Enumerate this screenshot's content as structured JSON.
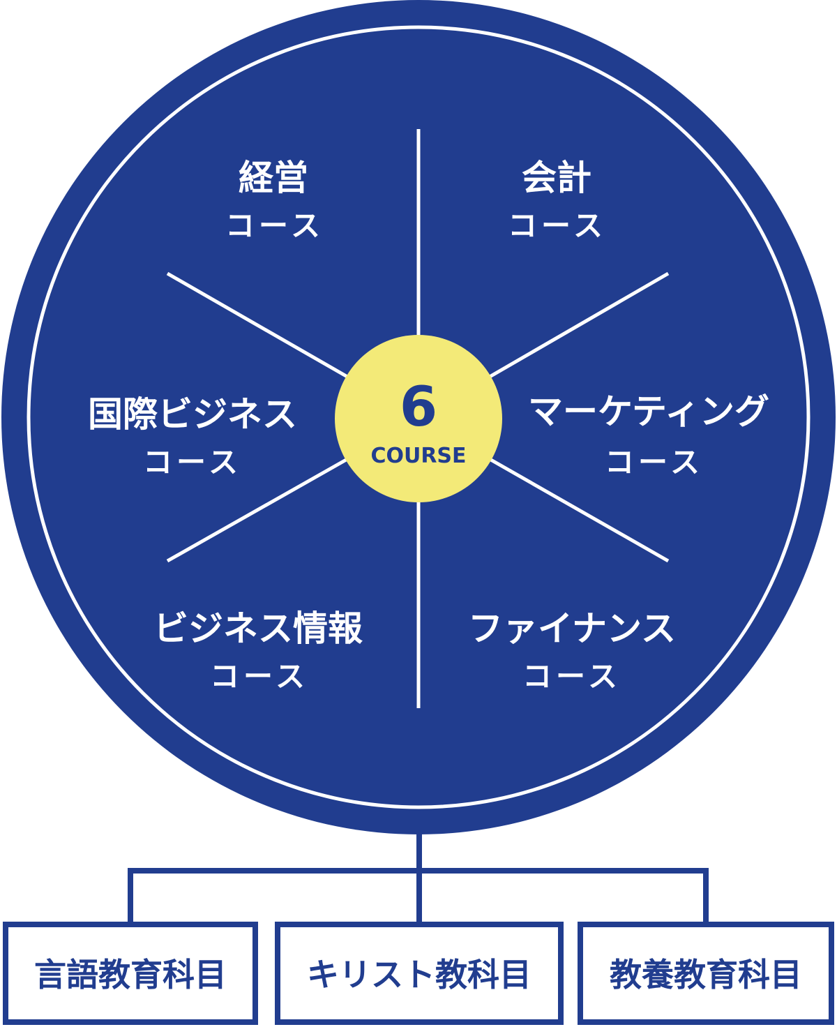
{
  "colors": {
    "navy": "#213d8f",
    "white": "#ffffff",
    "yellow": "#f3ea78"
  },
  "center": {
    "number": "6",
    "word": "COURSE"
  },
  "courses": [
    {
      "name": "経営",
      "sub": "コース"
    },
    {
      "name": "会計",
      "sub": "コース"
    },
    {
      "name": "国際ビジネス",
      "sub": "コース"
    },
    {
      "name": "マーケティング",
      "sub": "コース"
    },
    {
      "name": "ビジネス情報",
      "sub": "コース"
    },
    {
      "name": "ファイナンス",
      "sub": "コース"
    }
  ],
  "subjects": [
    {
      "label": "言語教育科目"
    },
    {
      "label": "キリスト教科目"
    },
    {
      "label": "教養教育科目"
    }
  ]
}
